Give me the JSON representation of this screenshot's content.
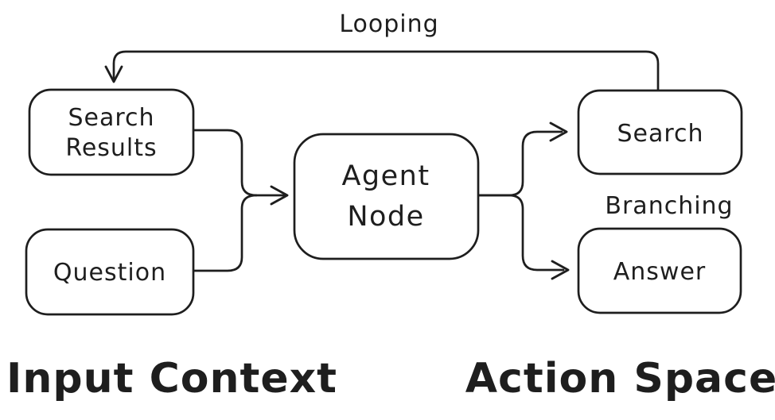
{
  "diagram": {
    "background_color": "#ffffff",
    "ink_color": "#1e1e1e",
    "nodes": {
      "search_results": {
        "line1": "Search",
        "line2": "Results"
      },
      "question": {
        "label": "Question"
      },
      "agent_node": {
        "line1": "Agent",
        "line2": "Node"
      },
      "search": {
        "label": "Search"
      },
      "answer": {
        "label": "Answer"
      }
    },
    "edge_labels": {
      "looping": "Looping",
      "branching": "Branching"
    },
    "section_labels": {
      "input_context": "Input Context",
      "action_space": "Action Space"
    }
  }
}
